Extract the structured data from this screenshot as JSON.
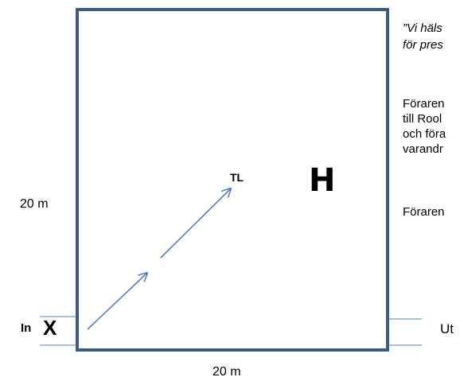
{
  "diagram": {
    "left_distance_label": "20 m",
    "bottom_distance_label": "20 m",
    "entry_label": "In",
    "exit_label": "Ut",
    "start_marker": "X",
    "target_label": "TL",
    "handler_marker": "H"
  },
  "side_text": {
    "quote_lines": [
      "”Vi häls",
      "för pres"
    ],
    "body_lines": [
      "Föraren",
      "till Rool",
      "och föra",
      "varandr"
    ],
    "tail_line": "Föraren"
  },
  "colors": {
    "field_border": "#3b5a86",
    "arrow": "#4f7fc4",
    "gate_lines": "#7b9bc9"
  }
}
